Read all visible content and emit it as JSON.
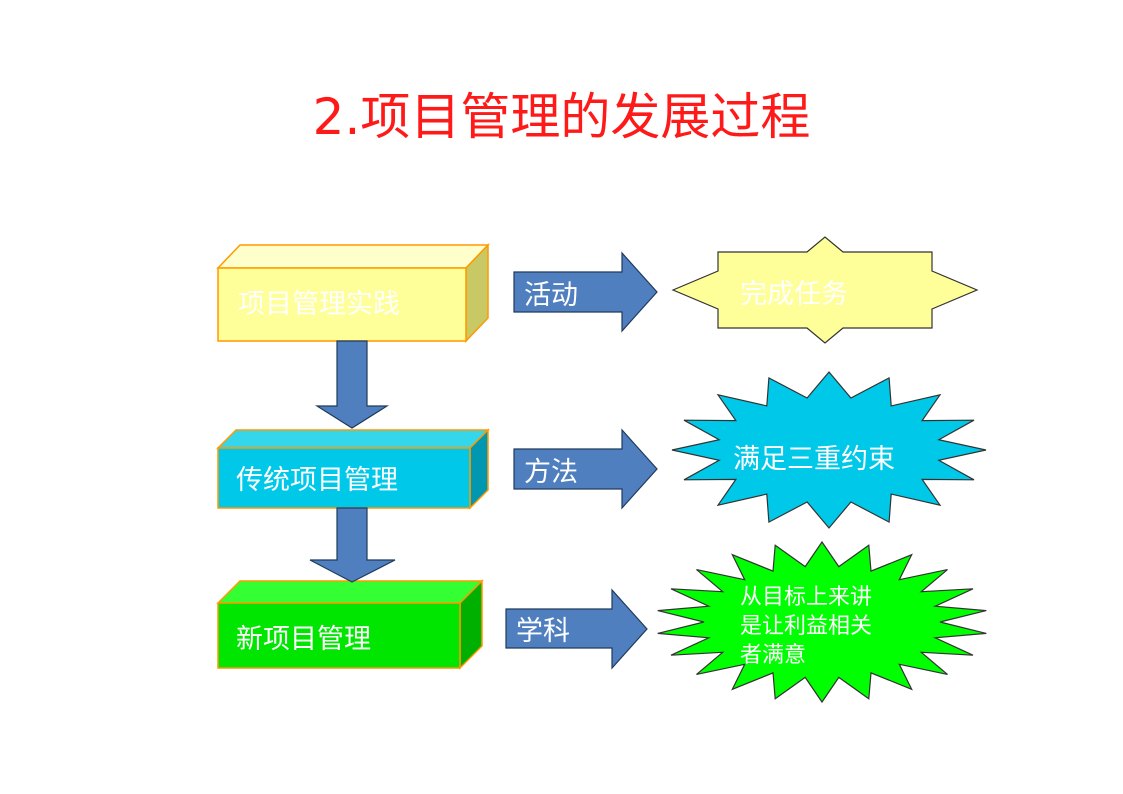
{
  "title": "2.项目管理的发展过程",
  "stages": [
    {
      "label": "项目管理实践"
    },
    {
      "label": "传统项目管理"
    },
    {
      "label": "新项目管理"
    }
  ],
  "arrows": [
    {
      "label": "活动"
    },
    {
      "label": "方法"
    },
    {
      "label": "学科"
    }
  ],
  "outcomes": [
    {
      "label": "完成任务"
    },
    {
      "label": "满足三重约束"
    },
    {
      "lines": [
        "从目标上来讲",
        "是让利益相关",
        "者满意"
      ]
    }
  ],
  "colors": {
    "title": "#ff1a1a",
    "stage_yellow_front": "#ffff99",
    "stage_cyan_front": "#00c8e8",
    "stage_green_front": "#00e600",
    "arrow_blue": "#4f7fbf",
    "outcome_yellow": "#ffff99",
    "outcome_cyan": "#00c8e8",
    "outcome_green": "#00ff00",
    "box_border": "#ff9900"
  }
}
